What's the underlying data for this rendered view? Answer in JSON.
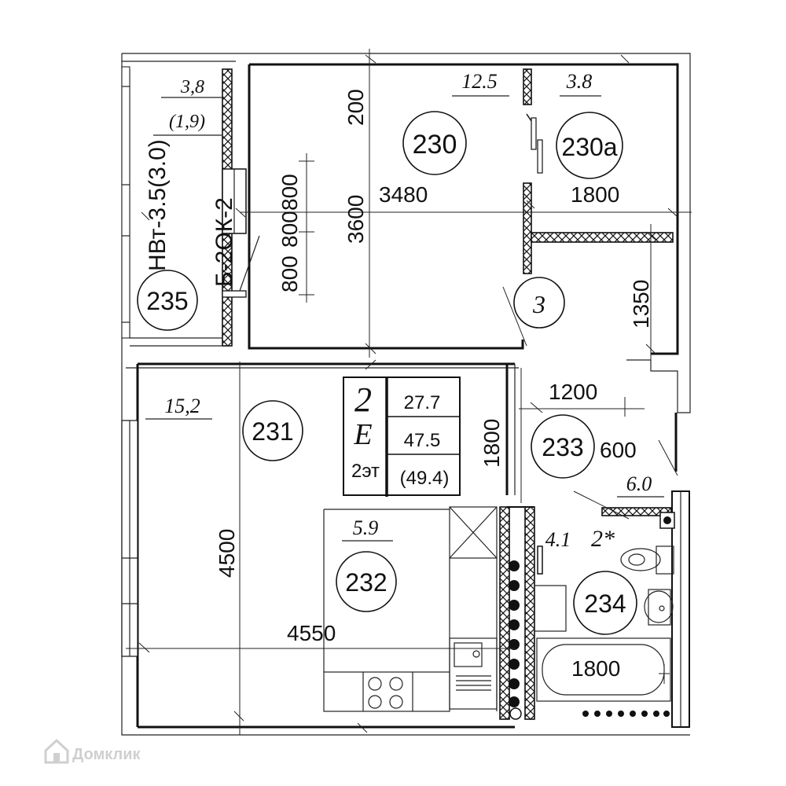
{
  "plan": {
    "rooms": [
      {
        "id": "r235",
        "number": "235",
        "area": "3,8",
        "area_alt": "(1,9)"
      },
      {
        "id": "r230",
        "number": "230",
        "area": "12.5"
      },
      {
        "id": "r230a",
        "number": "230a",
        "area": "3.8"
      },
      {
        "id": "r3",
        "number": "3"
      },
      {
        "id": "r231",
        "number": "231",
        "area": "15,2"
      },
      {
        "id": "r232",
        "number": "232",
        "area": "5.9"
      },
      {
        "id": "r233",
        "number": "233",
        "area": "6.0"
      },
      {
        "id": "r234",
        "number": "234",
        "area": "4.1",
        "mark": "2*"
      }
    ],
    "balcony_labels": {
      "window": "НВт-3.5(3.0)",
      "door": "Б-2ОК-2"
    },
    "dimensions": {
      "d200": "200",
      "d800a": "800",
      "d800b": "800",
      "d800c": "800",
      "d3600": "3600",
      "d3480": "3480",
      "d1800_230a": "1800",
      "d1350": "1350",
      "d1200": "1200",
      "d600": "600",
      "d1800_v": "1800",
      "d4500": "4500",
      "d4550": "4550",
      "d1800_bath": "1800"
    },
    "info_table": {
      "rooms_count": "2",
      "type_letter": "E",
      "floor": "2эт",
      "living_area": "27.7",
      "total_area": "47.5",
      "total_area_alt": "(49.4)"
    }
  },
  "watermark": {
    "text": "Домклик",
    "icon": "house-icon"
  }
}
